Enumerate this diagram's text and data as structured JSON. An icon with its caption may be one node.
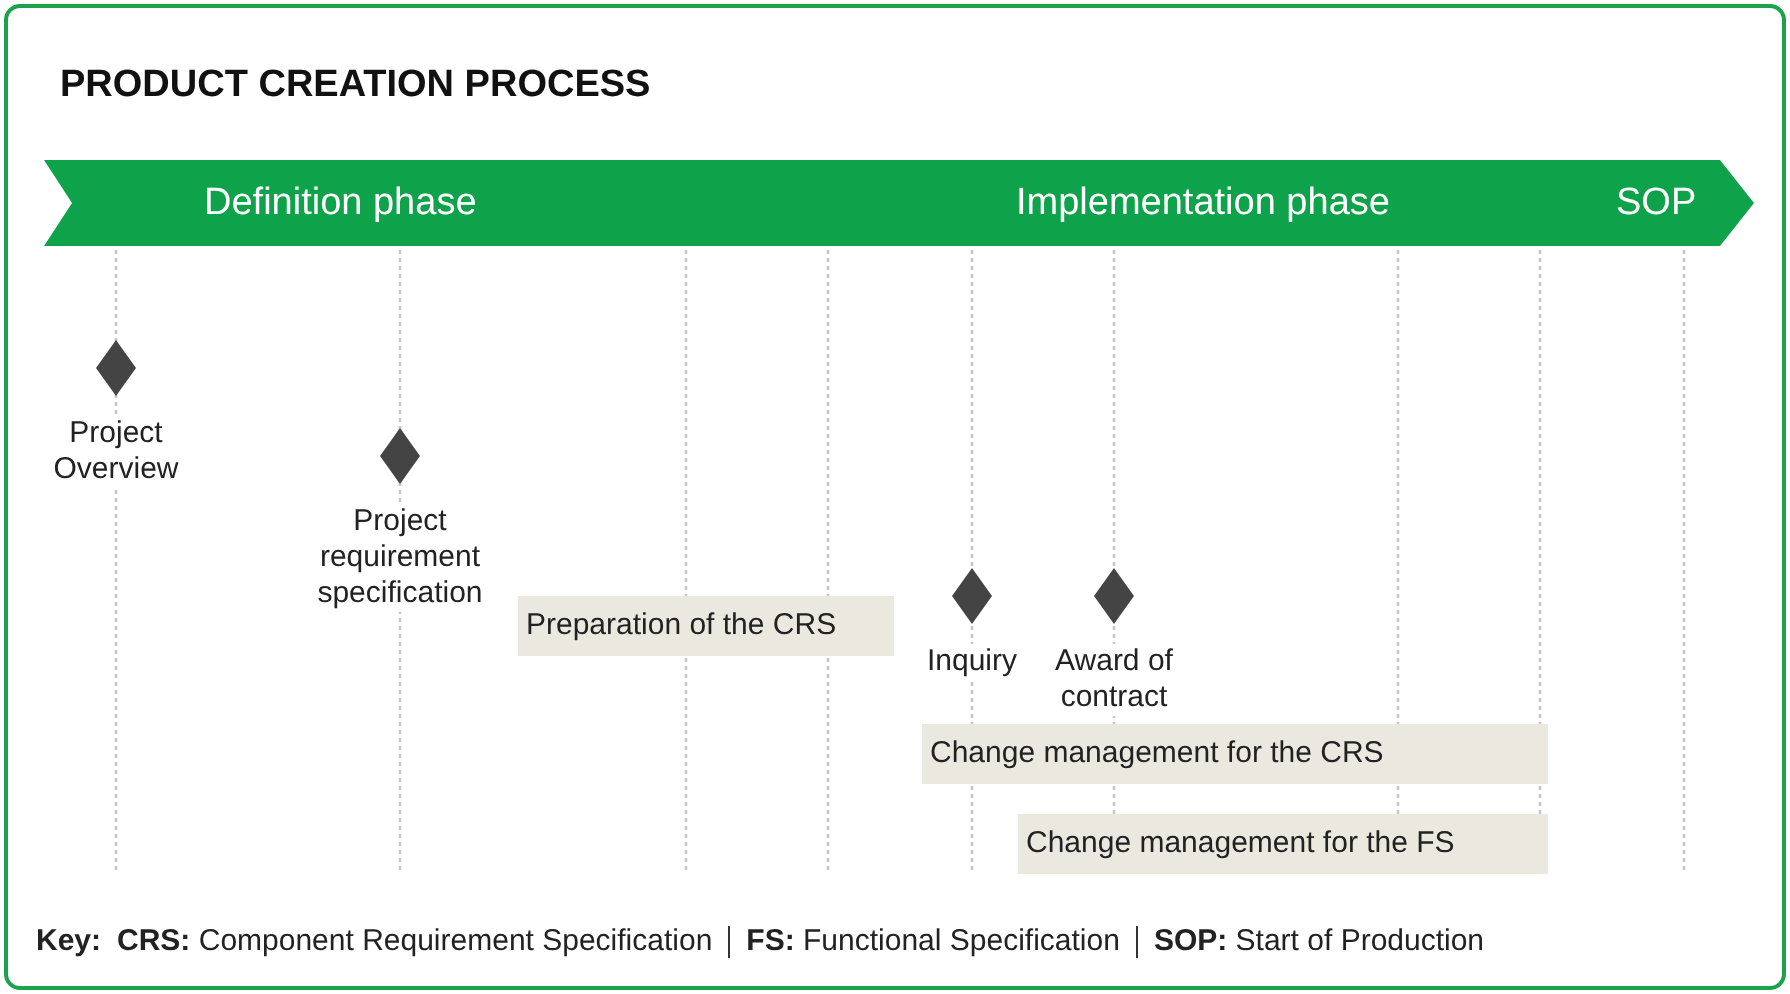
{
  "diagram": {
    "title": "PRODUCT CREATION PROCESS",
    "nodes": [
      {
        "text": [
          "Definition phase",
          "Implementation phase",
          "SOP"
        ]
      },
      {
        "text": [
          "Project Overview"
        ]
      },
      {
        "text": [
          "Project requirement specification"
        ]
      },
      {
        "text": [
          "Preparation of the CRS"
        ]
      },
      {
        "text": [
          "Inquiry"
        ]
      },
      {
        "text": [
          "Award of contract"
        ]
      },
      {
        "text": [
          "Change management for the CRS"
        ]
      },
      {
        "text": [
          "Change management for the FS"
        ]
      }
    ],
    "labels": [
      "**Key:**",
      "**CRS:** Component Requirement Specification",
      "**FS:** Functional Specification",
      "**SOP:** Start of Production"
    ]
  }
}
